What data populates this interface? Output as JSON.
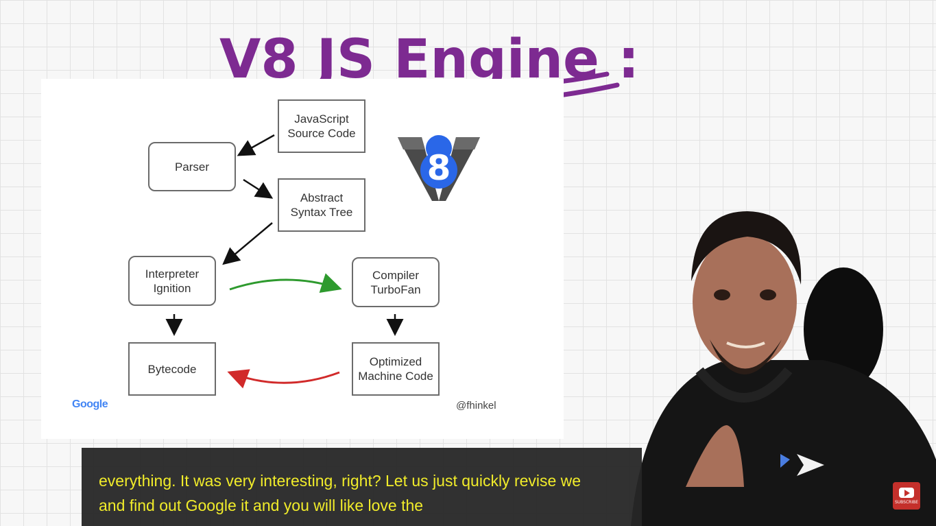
{
  "whiteboard": {
    "title": "V8 JS Engine :"
  },
  "slide": {
    "nodes": {
      "source": "JavaScript\nSource Code",
      "parser": "Parser",
      "ast": "Abstract\nSyntax Tree",
      "interpreter": "Interpreter\nIgnition",
      "compiler": "Compiler\nTurboFan",
      "bytecode": "Bytecode",
      "machine": "Optimized\nMachine Code"
    },
    "logo_text": "8",
    "footer_brand": "Google",
    "footer_author": "@fhinkel"
  },
  "captions": {
    "line1": "everything. It was very interesting, right? Let us just quickly revise we",
    "line2": "and find out Google it and you will like love the"
  },
  "youtube": {
    "subscribe_label": "SUBSCRIBE"
  },
  "colors": {
    "whiteboard_ink": "#7d2a91",
    "caption_text": "#f1ec2a",
    "caption_bg": "#262626",
    "arrow_green": "#2e9a2e",
    "arrow_red": "#d12a2a",
    "v8_blue": "#2a67e8",
    "youtube_red": "#c4302b"
  }
}
